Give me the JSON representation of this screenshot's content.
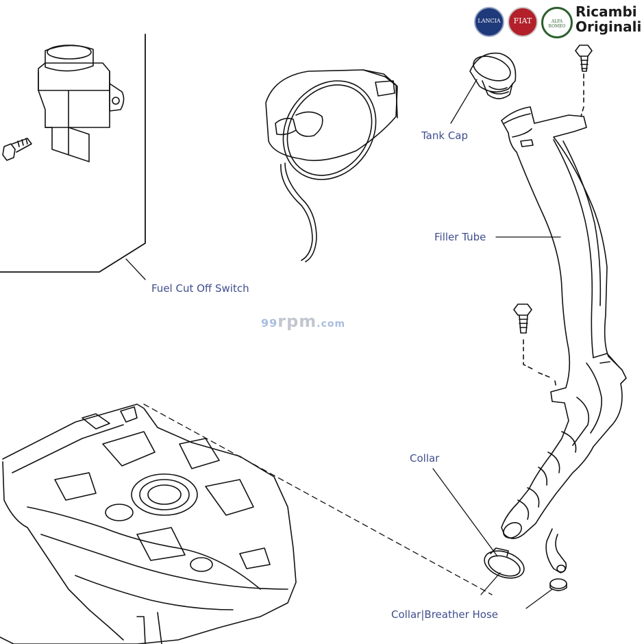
{
  "brand": {
    "line1": "Ricambi",
    "line2": "Originali",
    "logos": [
      {
        "name": "lancia-logo",
        "text": "LANCIA",
        "color": "#1f3a7a"
      },
      {
        "name": "fiat-logo",
        "text": "FIAT",
        "color": "#b3202a"
      },
      {
        "name": "alfa-romeo-logo",
        "text": "ALFA ROMEO",
        "color": "#2d5f2e"
      }
    ]
  },
  "watermark": {
    "part1": "99",
    "part2": "rpm",
    "part3": ".com"
  },
  "labels": {
    "tank_cap": "Tank Cap",
    "filler_tube": "Filler Tube",
    "fuel_cut_off_switch": "Fuel Cut Off Switch",
    "collar": "Collar",
    "collar_breather_hose": "Collar|Breather Hose"
  },
  "colors": {
    "label": "#3f4d8c",
    "line": "#111111"
  }
}
